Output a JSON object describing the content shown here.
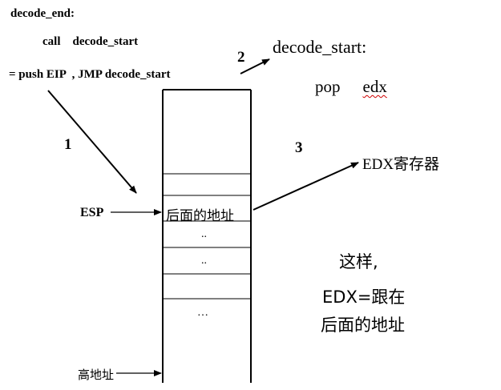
{
  "code": {
    "label_decode_end": "decode_end:",
    "call_line": "call    decode_start",
    "equiv_line": "= push EIP  , JMP decode_start",
    "label_decode_start": "decode_start:",
    "pop_op": "pop",
    "pop_reg": "edx"
  },
  "steps": {
    "step1": "1",
    "step2": "2",
    "step3": "3"
  },
  "stack": {
    "esp_label": "ESP",
    "top_cell": "后面的地址",
    "dots_1": "..",
    "dots_2": "..",
    "dots_3": "…",
    "high_addr_label": "高地址"
  },
  "register": {
    "target": "EDX寄存器"
  },
  "conclusion": {
    "line1": "这样,",
    "line2": "EDX=跟在",
    "line3": "后面的地址"
  },
  "colors": {
    "ink": "#000000",
    "spellcheck": "#d00000"
  }
}
